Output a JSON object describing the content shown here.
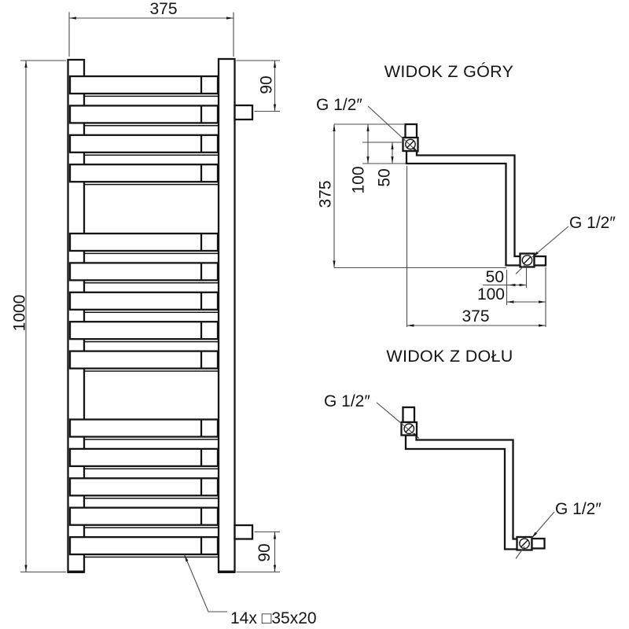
{
  "front_view": {
    "width_dim": "375",
    "height_dim": "1000",
    "top_connection_dim": "90",
    "bottom_connection_dim": "90",
    "rung_label": "14x □35x20",
    "rung_count": 14
  },
  "top_view": {
    "title": "WIDOK Z GÓRY",
    "connection_label_left": "G 1/2″",
    "connection_label_right": "G 1/2″",
    "depth_dim": "375",
    "offset_dim_100": "100",
    "offset_dim_50": "50",
    "bottom_dim_50": "50",
    "bottom_dim_100": "100",
    "bottom_dim_375": "375"
  },
  "bottom_view": {
    "title": "WIDOK Z DOŁU",
    "connection_label_left": "G 1/2″",
    "connection_label_right": "G 1/2″"
  },
  "colors": {
    "line": "#141414",
    "thin": "#4d4d4d",
    "background": "#ffffff"
  }
}
